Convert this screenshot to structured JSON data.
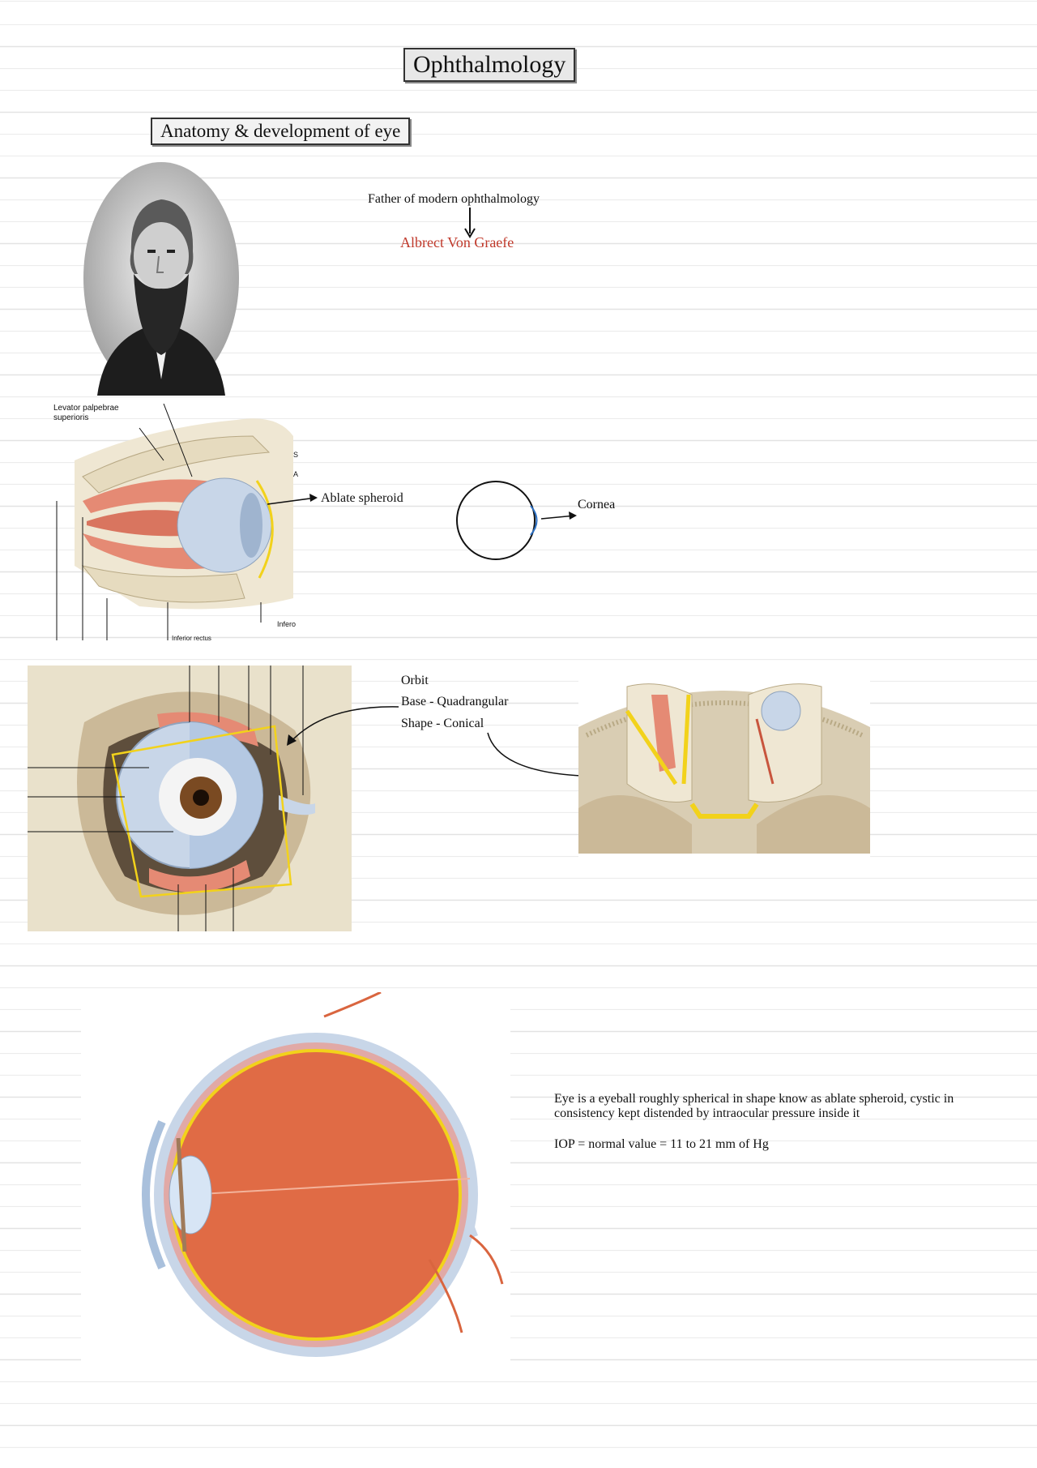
{
  "title": "Ophthalmology",
  "section": "Anatomy & development of eye",
  "portrait": {
    "caption": "Father of modern ophthalmology",
    "name": "Albrect Von Graefe",
    "name_color": "#c0392b"
  },
  "orbit_lateral": {
    "label_levator": "Levator palpebrae\nsuperioris",
    "annotation": "Ablate spheroid",
    "small_labels": [
      "S",
      "A",
      "Infero",
      "Inferior rectus"
    ]
  },
  "cornea_diagram": {
    "label": "Cornea"
  },
  "orbit_notes": {
    "heading": "Orbit",
    "base": "Base - Quadrangular",
    "shape": "Shape - Conical"
  },
  "eyeball_notes": {
    "description": "Eye is a eyeball roughly spherical in shape know as ablate spheroid, cystic in consistency kept distended by intraocular pressure inside it",
    "iop": "IOP = normal value = 11 to 21 mm of Hg"
  },
  "colors": {
    "muscle": "#e58a74",
    "bone": "#ece4cf",
    "sclera": "#c8d6e8",
    "highlight_yellow": "#f2d21b",
    "vitreous": "#e06b45"
  }
}
